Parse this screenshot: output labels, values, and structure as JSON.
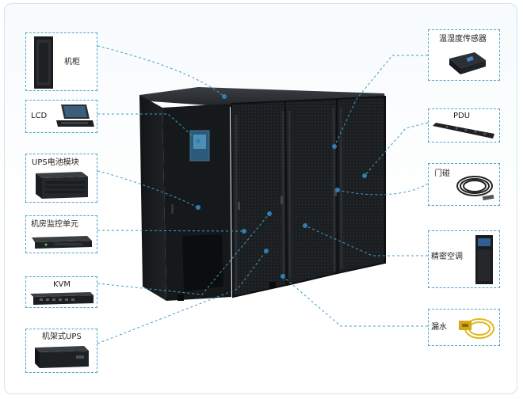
{
  "components": {
    "cabinet": {
      "label": "机柜",
      "icon": "server-cabinet-icon"
    },
    "lcd": {
      "label": "LCD",
      "icon": "lcd-kvm-drawer-icon"
    },
    "ups_module": {
      "label": "UPS电池模块",
      "icon": "ups-battery-module-icon"
    },
    "monitor": {
      "label": "机房监控单元",
      "icon": "monitoring-unit-icon"
    },
    "kvm": {
      "label": "KVM",
      "icon": "kvm-switch-icon"
    },
    "rack_ups": {
      "label": "机架式UPS",
      "icon": "rack-ups-icon"
    },
    "sensor": {
      "label": "温湿度传感器",
      "icon": "temp-humidity-sensor-icon"
    },
    "pdu": {
      "label": "PDU",
      "icon": "pdu-strip-icon"
    },
    "door": {
      "label": "门碰",
      "icon": "door-contact-icon"
    },
    "ac": {
      "label": "精密空调",
      "icon": "precision-ac-icon"
    },
    "leak": {
      "label": "漏水",
      "icon": "water-leak-sensor-icon"
    }
  },
  "colors": {
    "connector": "#3f9fc4",
    "frame": "#cfe4ee",
    "cabinet": "#17191b"
  }
}
